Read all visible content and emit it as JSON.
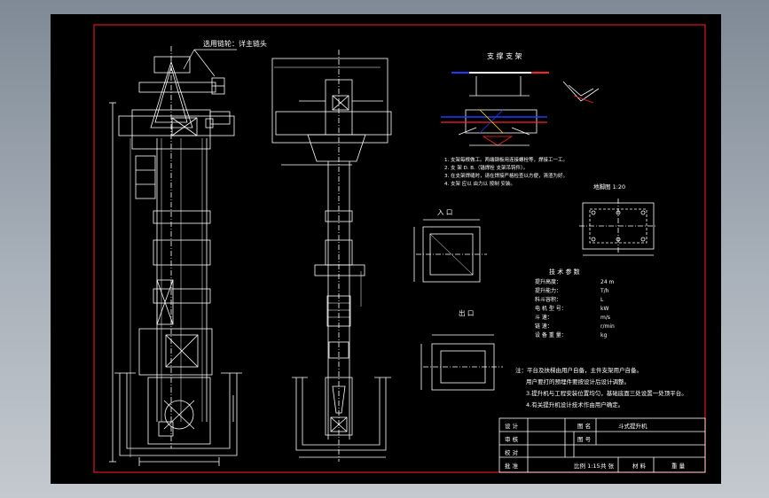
{
  "drawing": {
    "colors": {
      "background": "#000000",
      "border": "#e0141e",
      "line": "#ffffff",
      "accent_blue": "#1a3cff",
      "accent_red": "#ff2020",
      "accent_yellow": "#ffe000"
    },
    "callout_label": "选用链轮：详主链头",
    "support_title": "支 撑 支 架",
    "top_view_title": "地脚图 1:20",
    "inlet_title": "入 口",
    "outlet_title": "出 口",
    "support_notes": [
      "1. 支架每根做工。两端钢板用连接螺栓等，焊接工一工。",
      "2. 支 架 D. B.（锚焊栓 支架吊钩件）。",
      "3. 在支架焊缝时，请在焊接严格检查以方便，清渣为好。",
      "4. 支架 应以 由力以 按制 安装。"
    ],
    "specs": {
      "title": "技 术 参 数",
      "rows": [
        {
          "label": "提升高度：",
          "value": "24 m"
        },
        {
          "label": "提升能力：",
          "value": "T/h"
        },
        {
          "label": "料斗容积：",
          "value": "L"
        },
        {
          "label": "电 机 型 号：",
          "value": "kW"
        },
        {
          "label": "斗 速：",
          "value": "m/s"
        },
        {
          "label": "链 速：",
          "value": "r/min"
        },
        {
          "label": "设 备 重 量：",
          "value": "kg"
        }
      ]
    },
    "notes": [
      "注：平台及扶梯由用户自备，主件支架用户自备。",
      "用户要打的预埋件要按设计后设计调整。",
      "3.提升机与工程安装位置均匀，基础底面三处设置一处顶平台。",
      "4.有关提升机设计技术作由用户确定。"
    ],
    "title_block": {
      "rows_left": [
        "设 计",
        "审 核",
        "校 对",
        "批 准"
      ],
      "drawing_name_label": "图 名",
      "drawing_name": "斗式提升机",
      "drawing_no_label": "图 号",
      "drawing_no": "",
      "bottom_labels": [
        "比例 1:15",
        "共 张",
        "材 料",
        "重 量"
      ]
    }
  }
}
